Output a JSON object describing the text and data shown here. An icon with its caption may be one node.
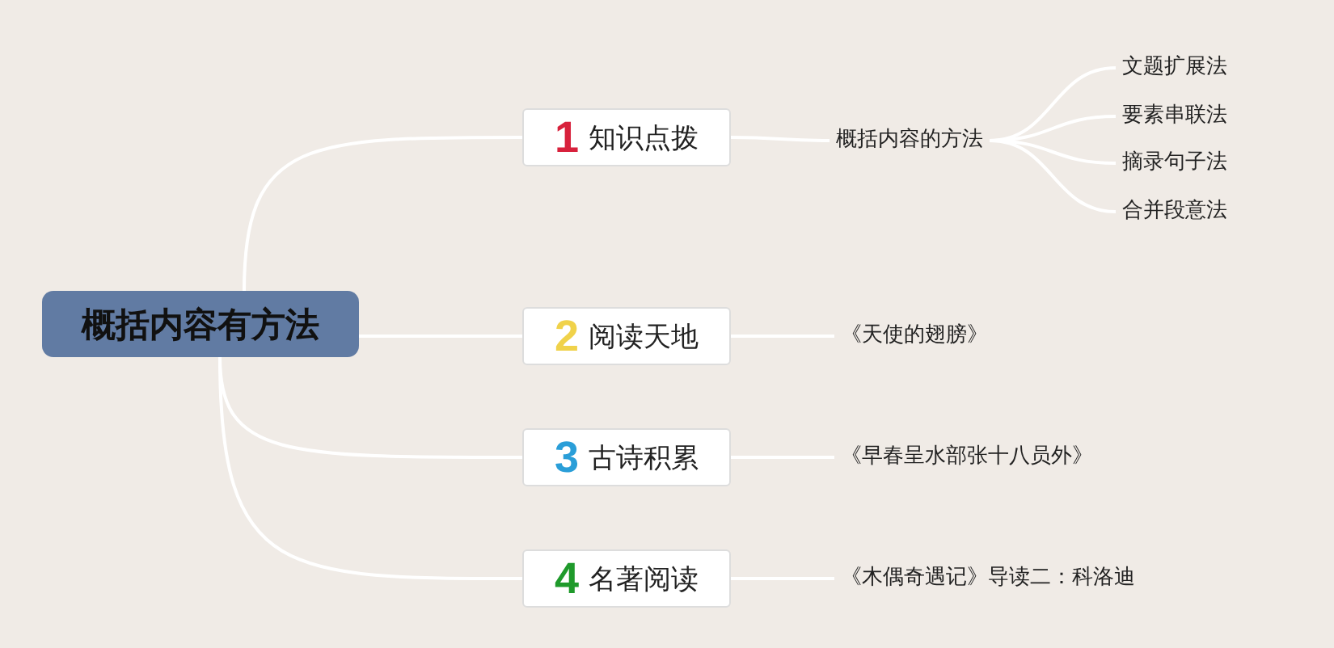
{
  "diagram": {
    "nodes": [
      {
        "text": [
          "概括内容有方法"
        ]
      },
      {
        "text": [
          "1",
          "知识点拨"
        ]
      },
      {
        "text": [
          "概括内容的方法"
        ]
      },
      {
        "text": [
          "文题扩展法"
        ]
      },
      {
        "text": [
          "要素串联法"
        ]
      },
      {
        "text": [
          "摘录句子法"
        ]
      },
      {
        "text": [
          "合并段意法"
        ]
      },
      {
        "text": [
          "2",
          "阅读天地"
        ]
      },
      {
        "text": [
          "《天使的翅膀》"
        ]
      },
      {
        "text": [
          "3",
          "古诗积累"
        ]
      },
      {
        "text": [
          "《早春呈水部张十八员外》"
        ]
      },
      {
        "text": [
          "4",
          "名著阅读"
        ]
      },
      {
        "text": [
          "《木偶奇遇记》导读二：科洛迪"
        ]
      }
    ],
    "edges": [
      {
        "from": 0,
        "to": 1,
        "arrow": "none"
      },
      {
        "from": 0,
        "to": 7,
        "arrow": "none"
      },
      {
        "from": 0,
        "to": 9,
        "arrow": "none"
      },
      {
        "from": 0,
        "to": 11,
        "arrow": "none"
      },
      {
        "from": 1,
        "to": 2,
        "arrow": "none"
      },
      {
        "from": 2,
        "to": 3,
        "arrow": "none"
      },
      {
        "from": 2,
        "to": 4,
        "arrow": "none"
      },
      {
        "from": 2,
        "to": 5,
        "arrow": "none"
      },
      {
        "from": 2,
        "to": 6,
        "arrow": "none"
      },
      {
        "from": 7,
        "to": 8,
        "arrow": "none"
      },
      {
        "from": 9,
        "to": 10,
        "arrow": "none"
      },
      {
        "from": 11,
        "to": 12,
        "arrow": "none"
      }
    ]
  }
}
